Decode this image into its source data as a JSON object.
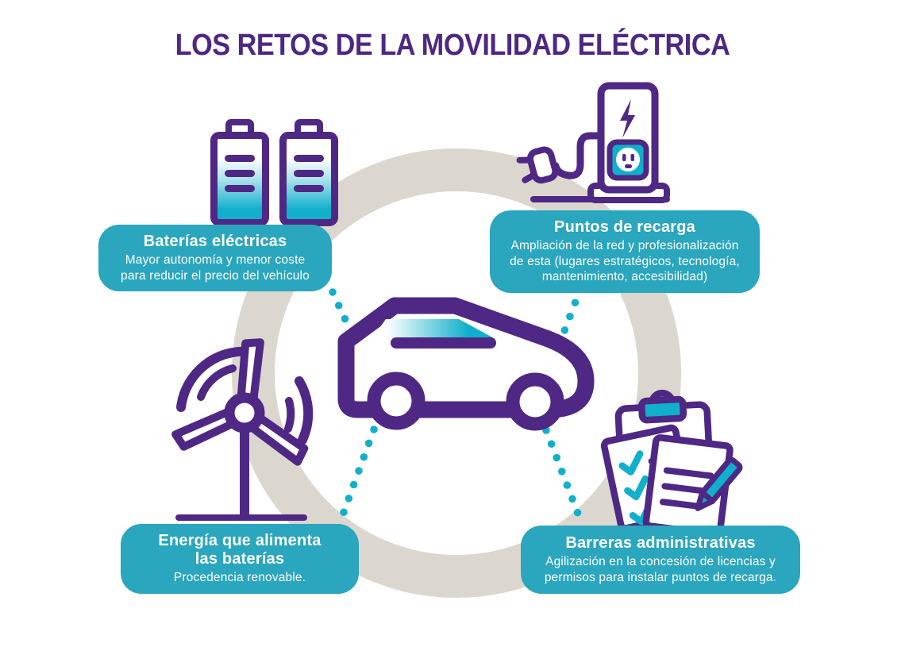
{
  "title": "LOS RETOS DE LA MOVILIDAD ELÉCTRICA",
  "colors": {
    "purple": "#4E2884",
    "teal_panel": "#2AA6BE",
    "teal_accent": "#10AFCB",
    "ring_beige": "#DBD7CF",
    "text_on_panel": "#FFFFFF"
  },
  "callouts": {
    "baterias": {
      "title": "Baterías eléctricas",
      "body": "Mayor autonomía y menor coste\npara reducir el precio del vehículo"
    },
    "puntos": {
      "title": "Puntos de recarga",
      "body": "Ampliación de la red y profesionalización\nde esta (lugares estratégicos, tecnología,\nmantenimiento, accesibilidad)"
    },
    "energia": {
      "title": "Energía que alimenta\nlas baterías",
      "body": "Procedencia renovable."
    },
    "barreras": {
      "title": "Barreras administrativas",
      "body": "Agilización en la concesión de licencias y\npermisos para instalar puntos de recarga."
    }
  },
  "icons": {
    "center": "electric-car-icon",
    "top_left": "battery-icon",
    "top_right": "charging-station-icon",
    "bottom_left": "wind-turbine-icon",
    "bottom_right": "clipboard-checklist-icon"
  }
}
